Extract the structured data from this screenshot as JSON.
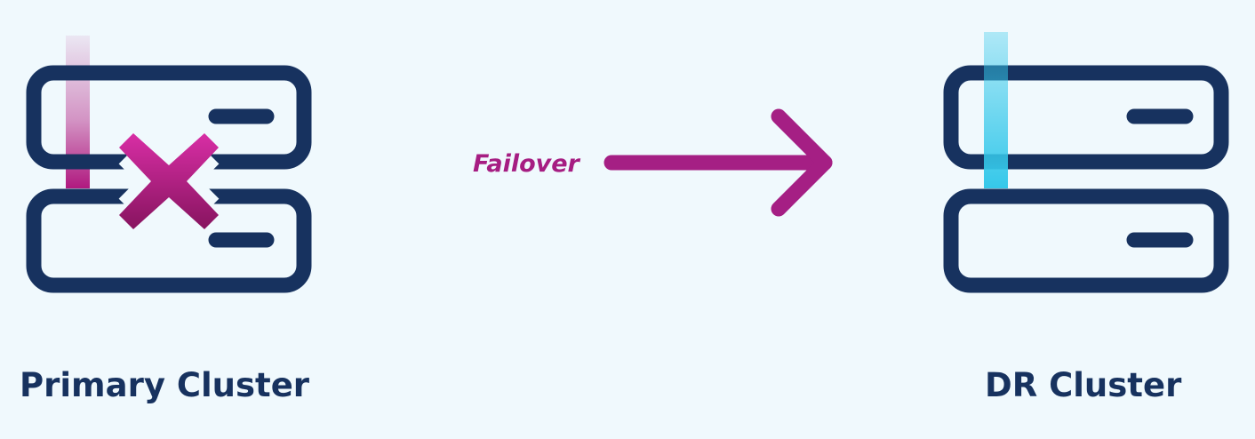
{
  "diagram": {
    "primary_cluster": {
      "label": "Primary Cluster",
      "status_icon": "x-mark-icon",
      "beam_color": "#b0197f"
    },
    "failover": {
      "label": "Failover",
      "color": "#a61d82"
    },
    "dr_cluster": {
      "label": "DR Cluster",
      "beam_color": "#35c8ea"
    },
    "server_color": "#17325f",
    "background": "#f0f9fd"
  }
}
